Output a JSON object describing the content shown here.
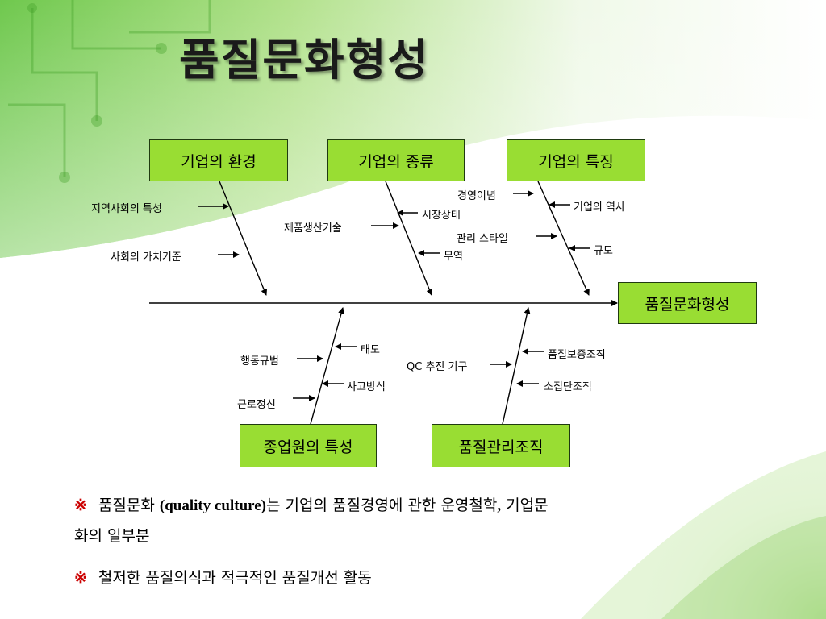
{
  "title": "품질문화형성",
  "categories": {
    "environment": "기업의  환경",
    "type": "기업의  종류",
    "feature": "기업의  특징",
    "employee": "종업원의  특성",
    "quality_org": "품질관리조직"
  },
  "effect": "품질문화형성",
  "causes": {
    "environment": [
      "지역사회의  특성",
      "사회의  가치기준"
    ],
    "type": [
      "제품생산기술",
      "시장상태",
      "무역"
    ],
    "feature": [
      "경영이념",
      "기업의  역사",
      "관리  스타일",
      "규모"
    ],
    "employee": [
      "태도",
      "행동규범",
      "사고방식",
      "근로정신"
    ],
    "quality_org": [
      "품질보증조직",
      "QC 추진 기구",
      "소집단조직"
    ]
  },
  "notes": {
    "mark": "※",
    "line1_a": "품질문화 ",
    "line1_en": "(quality  culture)",
    "line1_b": "는  기업의  품질경영에  관한  운영철학",
    "line1_comma": ",",
    "line1_c": "  기업문",
    "line1_d": "화의  일부분",
    "line2": "철저한  품질의식과  적극적인  품질개선  활동"
  },
  "colors": {
    "box_fill": "#99dd33",
    "accent_green": "#8fd14f",
    "mark_red": "#cc0000"
  }
}
